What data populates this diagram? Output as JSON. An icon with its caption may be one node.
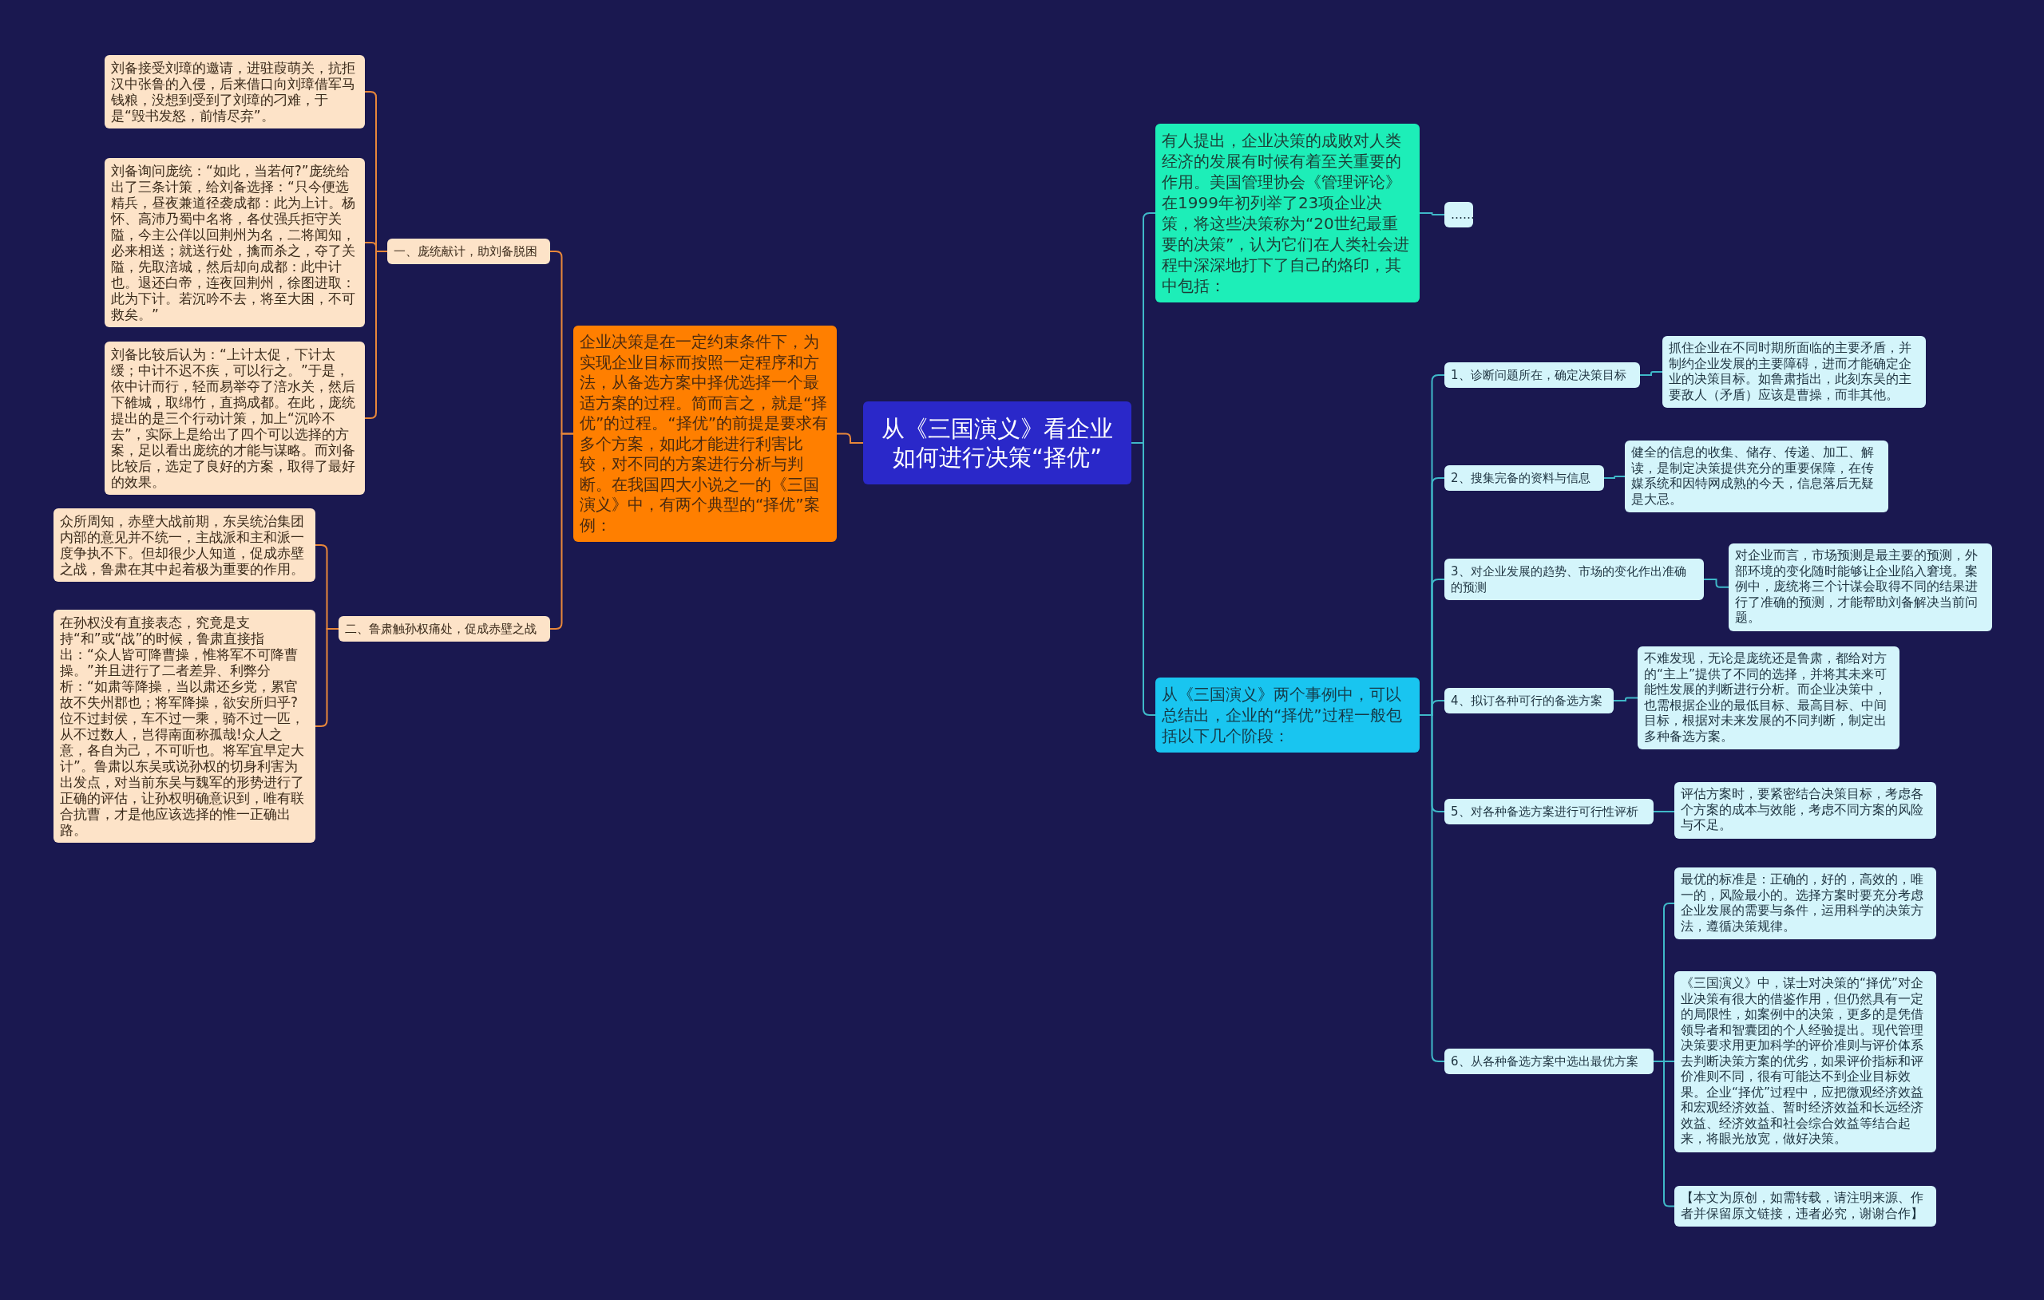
{
  "diagram": {
    "nodes": [
      {
        "text": [
          "从《三国演义》看企业如何进行决策“择优”"
        ]
      },
      {
        "text": [
          "企业决策是在一定约束条件下，为实现企业目标而按照一定程序和方法，从备选方案中择优选择一个最适方案的过程。简而言之，就是“择优”的过程。“择优”的前提是要求有多个方案，如此才能进行利害比较，对不同的方案进行分析与判断。在我国四大小说之一的《三国演义》中，有两个典型的“择优”案例："
        ]
      },
      {
        "text": [
          "一、庞统献计，助刘备脱困"
        ]
      },
      {
        "text": [
          "刘备接受刘璋的邀请，进驻葭萌关，抗拒汉中张鲁的入侵，后来借口向刘璋借军马钱粮，没想到受到了刘璋的刁难，于是“毁书发怒，前情尽弃”。"
        ]
      },
      {
        "text": [
          "刘备询问庞统：“如此，当若何?”庞统给出了三条计策，给刘备选择：“只今便选精兵，昼夜兼道径袭成都：此为上计。杨怀、高沛乃蜀中名将，各仗强兵拒守关隘，今主公佯以回荆州为名，二将闻知，必来相送；就送行处，擒而杀之，夺了关隘，先取涪城，然后却向成都：此中计也。退还白帝，连夜回荆州，徐图进取：此为下计。若沉吟不去，将至大困，不可救矣。”"
        ]
      },
      {
        "text": [
          "刘备比较后认为：“上计太促，下计太缓；中计不迟不疾，可以行之。”于是，依中计而行，轻而易举夺了涪水关，然后下雒城，取绵竹，直捣成都。在此，庞统提出的是三个行动计策，加上“沉吟不去”，实际上是给出了四个可以选择的方案，足以看出庞统的才能与谋略。而刘备比较后，选定了良好的方案，取得了最好的效果。"
        ]
      },
      {
        "text": [
          "二、鲁肃触孙权痛处，促成赤壁之战"
        ]
      },
      {
        "text": [
          "众所周知，赤壁大战前期，东吴统治集团内部的意见并不统一，主战派和主和派一度争执不下。但却很少人知道，促成赤壁之战，鲁肃在其中起着极为重要的作用。"
        ]
      },
      {
        "text": [
          "在孙权没有直接表态，究竟是支持“和”或“战”的时候，鲁肃直接指出：“众人皆可降曹操，惟将军不可降曹操。”并且进行了二者差异、利弊分析：“如肃等降操，当以肃还乡党，累官故不失州郡也；将军降操，欲安所归乎?位不过封侯，车不过一乘，骑不过一匹，从不过数人，岂得南面称孤哉!众人之意，各自为己，不可听也。将军宜早定大计”。鲁肃以东吴或说孙权的切身利害为出发点，对当前东吴与魏军的形势进行了正确的评估，让孙权明确意识到，唯有联合抗曹，才是他应该选择的惟一正确出路。"
        ]
      },
      {
        "text": [
          "有人提出，企业决策的成败对人类经济的发展有时候有着至关重要的作用。美国管理协会《管理评论》在1999年初列举了23项企业决策，将这些决策称为“20世纪最重要的决策”，认为它们在人类社会进程中深深地打下了自己的烙印，其中包括："
        ]
      },
      {
        "text": [
          "……"
        ]
      },
      {
        "text": [
          "从《三国演义》两个事例中，可以总结出，企业的“择优”过程一般包括以下几个阶段："
        ]
      },
      {
        "text": [
          "1、诊断问题所在，确定决策目标"
        ]
      },
      {
        "text": [
          "抓住企业在不同时期所面临的主要矛盾，并制约企业发展的主要障碍，进而才能确定企业的决策目标。如鲁肃指出，此刻东吴的主要敌人（矛盾）应该是曹操，而非其他。"
        ]
      },
      {
        "text": [
          "2、搜集完备的资料与信息"
        ]
      },
      {
        "text": [
          "健全的信息的收集、储存、传递、加工、解读，是制定决策提供充分的重要保障，在传媒系统和因特网成熟的今天，信息落后无疑是大忌。"
        ]
      },
      {
        "text": [
          "3、对企业发展的趋势、市场的变化作出准确的预测"
        ]
      },
      {
        "text": [
          "对企业而言，市场预测是最主要的预测，外部环境的变化随时能够让企业陷入窘境。案例中，庞统将三个计谋会取得不同的结果进行了准确的预测，才能帮助刘备解决当前问题。"
        ]
      },
      {
        "text": [
          "4、拟订各种可行的备选方案"
        ]
      },
      {
        "text": [
          "不难发现，无论是庞统还是鲁肃，都给对方的“主上”提供了不同的选择，并将其未来可能性发展的判断进行分析。而企业决策中，也需根据企业的最低目标、最高目标、中间目标，根据对未来发展的不同判断，制定出多种备选方案。"
        ]
      },
      {
        "text": [
          "5、对各种备选方案进行可行性评析"
        ]
      },
      {
        "text": [
          "评估方案时，要紧密结合决策目标，考虑各个方案的成本与效能，考虑不同方案的风险与不足。"
        ]
      },
      {
        "text": [
          "6、从各种备选方案中选出最优方案"
        ]
      },
      {
        "text": [
          "最优的标准是：正确的，好的，高效的，唯一的，风险最小的。选择方案时要充分考虑企业发展的需要与条件，运用科学的决策方法，遵循决策规律。"
        ]
      },
      {
        "text": [
          "《三国演义》中，谋士对决策的“择优”对企业决策有很大的借鉴作用，但仍然具有一定的局限性，如案例中的决策，更多的是凭借领导者和智囊团的个人经验提出。现代管理决策要求用更加科学的评价准则与评价体系去判断决策方案的优劣，如果评价指标和评价准则不同，很有可能达不到企业目标效果。企业“择优”过程中，应把微观经济效益和宏观经济效益、暂时经济效益和长远经济效益、经济效益和社会综合效益等结合起来，将眼光放宽，做好决策。"
        ]
      },
      {
        "text": [
          "【本文为原创，如需转载，请注明来源、作者并保留原文链接，违者必究，谢谢合作】"
        ]
      }
    ],
    "edges": [
      {
        "from": 0,
        "to": 1,
        "arrow": "none",
        "color": "#e8873a"
      },
      {
        "from": 1,
        "to": 2,
        "arrow": "none",
        "color": "#e8873a"
      },
      {
        "from": 2,
        "to": 3,
        "arrow": "none",
        "color": "#e8873a"
      },
      {
        "from": 2,
        "to": 4,
        "arrow": "none",
        "color": "#e8873a"
      },
      {
        "from": 2,
        "to": 5,
        "arrow": "none",
        "color": "#e8873a"
      },
      {
        "from": 1,
        "to": 6,
        "arrow": "none",
        "color": "#e8873a"
      },
      {
        "from": 6,
        "to": 7,
        "arrow": "none",
        "color": "#e8873a"
      },
      {
        "from": 6,
        "to": 8,
        "arrow": "none",
        "color": "#e8873a"
      },
      {
        "from": 0,
        "to": 9,
        "arrow": "none"
      },
      {
        "from": 9,
        "to": 10,
        "arrow": "none"
      },
      {
        "from": 0,
        "to": 11,
        "arrow": "none"
      },
      {
        "from": 11,
        "to": 12,
        "arrow": "none"
      },
      {
        "from": 12,
        "to": 13,
        "arrow": "none"
      },
      {
        "from": 11,
        "to": 14,
        "arrow": "none"
      },
      {
        "from": 14,
        "to": 15,
        "arrow": "none"
      },
      {
        "from": 11,
        "to": 16,
        "arrow": "none"
      },
      {
        "from": 16,
        "to": 17,
        "arrow": "none"
      },
      {
        "from": 11,
        "to": 18,
        "arrow": "none"
      },
      {
        "from": 18,
        "to": 19,
        "arrow": "none"
      },
      {
        "from": 11,
        "to": 20,
        "arrow": "none"
      },
      {
        "from": 20,
        "to": 21,
        "arrow": "none"
      },
      {
        "from": 11,
        "to": 22,
        "arrow": "none"
      },
      {
        "from": 22,
        "to": 23,
        "arrow": "none"
      },
      {
        "from": 22,
        "to": 24,
        "arrow": "none"
      },
      {
        "from": 22,
        "to": 25,
        "arrow": "none"
      }
    ]
  }
}
